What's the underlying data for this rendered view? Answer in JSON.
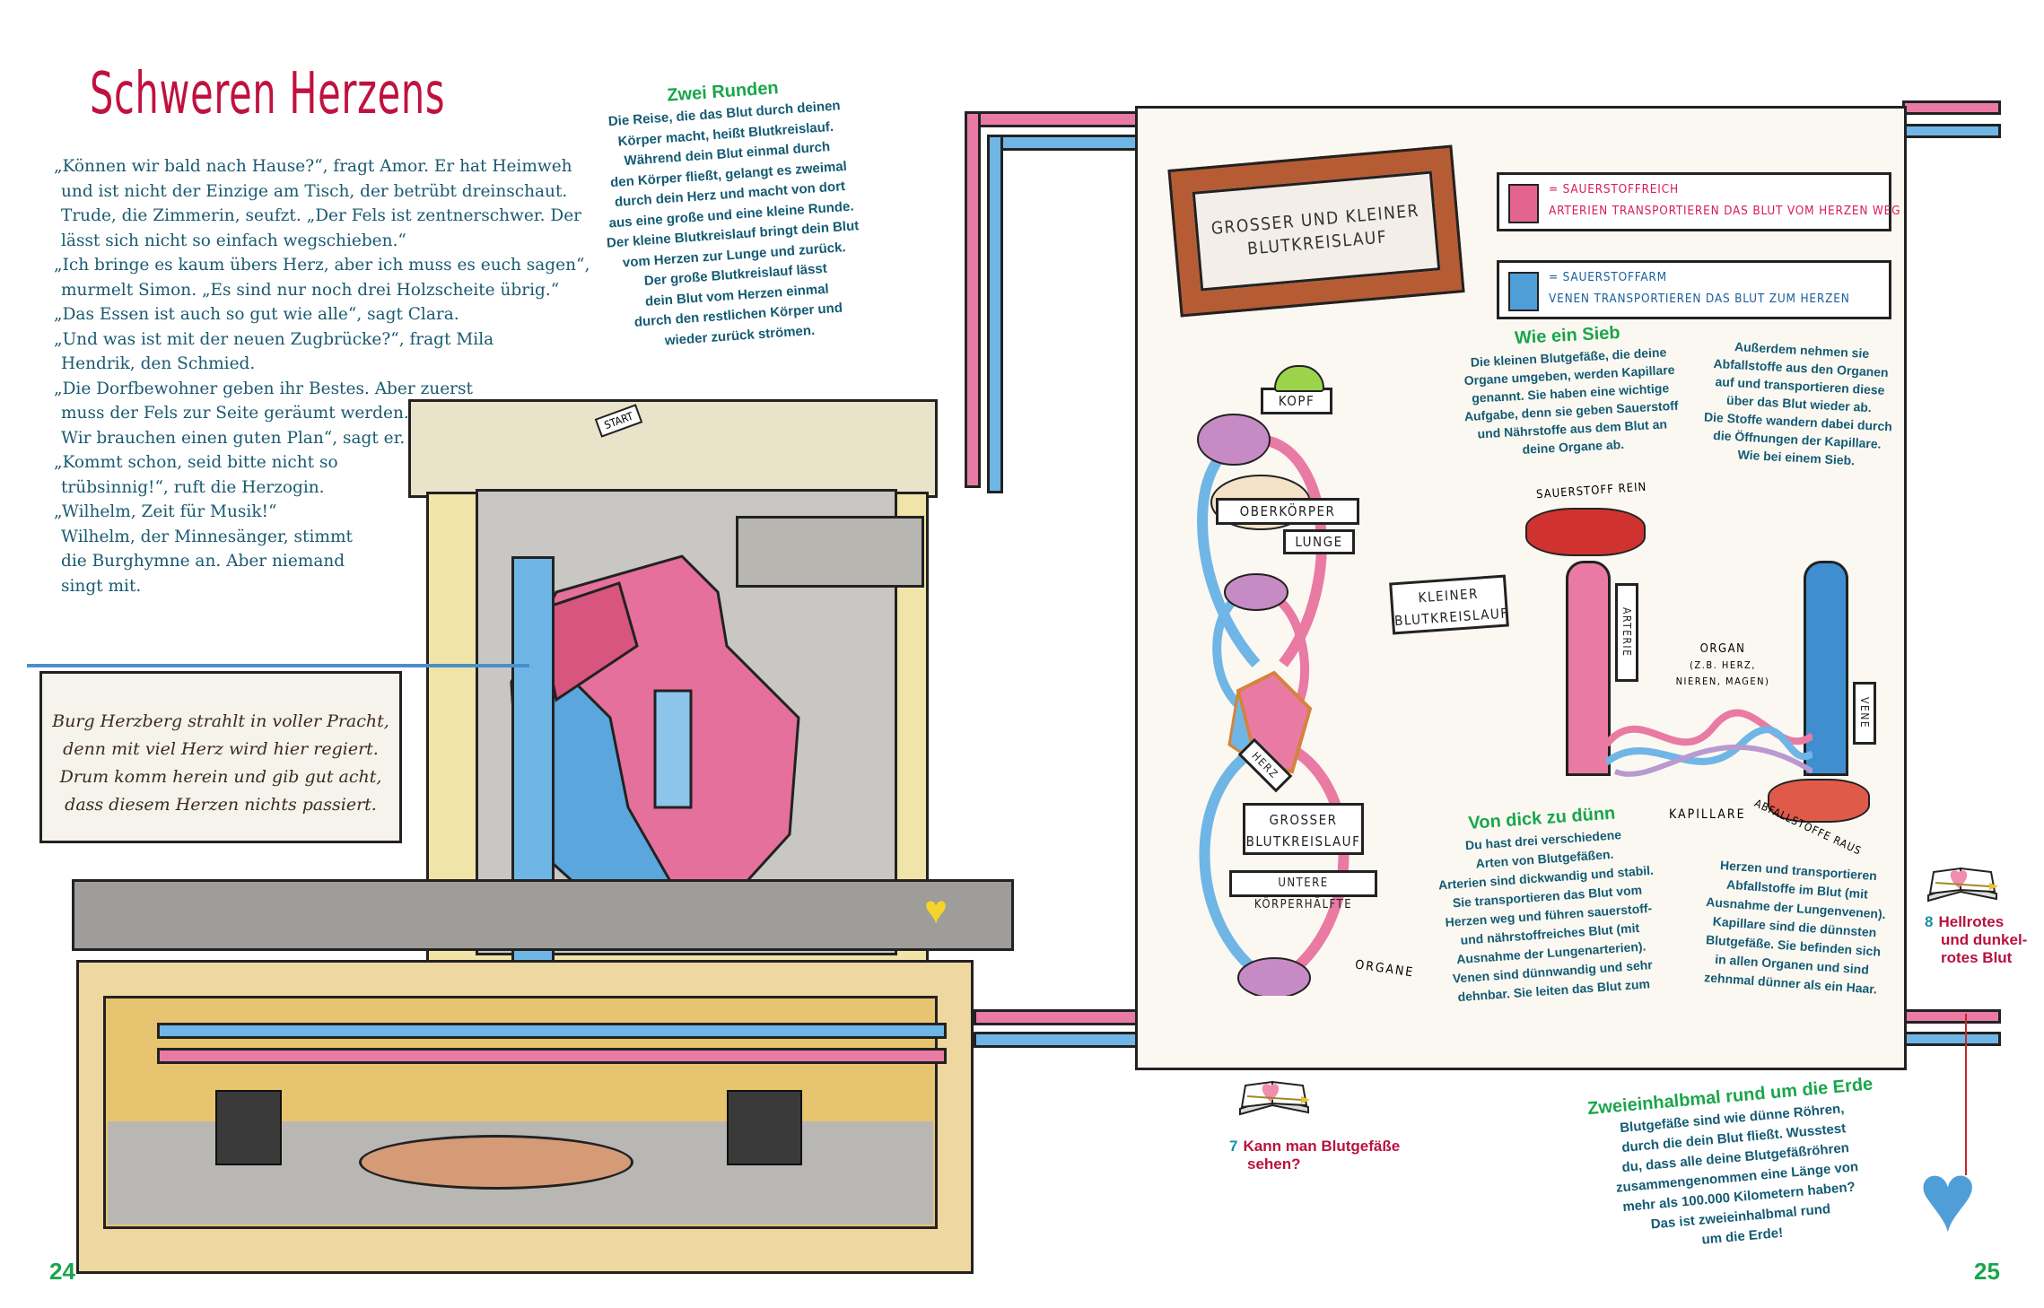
{
  "left_page": {
    "title": "Schweren Herzens",
    "story_lines": [
      "„Können wir bald nach Hause?“, fragt Amor. Er hat Heimweh",
      "und ist nicht der Einzige am Tisch, der betrübt dreinschaut.",
      "Trude, die Zimmerin, seufzt. „Der Fels ist zentnerschwer. Der",
      "lässt sich nicht so einfach wegschieben.“",
      "„Ich bringe es kaum übers Herz, aber ich muss es euch sagen“,",
      "murmelt Simon. „Es sind nur noch drei Holzscheite übrig.“",
      "„Das Essen ist auch so gut wie alle“, sagt Clara.",
      "„Und was ist mit der neuen Zugbrücke?“, fragt Mila",
      "Hendrik, den Schmied.",
      "„Die Dorfbewohner geben ihr Bestes. Aber zuerst",
      "muss der Fels zur Seite geräumt werden.",
      "Wir brauchen einen guten Plan“, sagt er.",
      "„Kommt schon, seid bitte nicht so",
      "trübsinnig!“, ruft die Herzogin.",
      "„Wilhelm, Zeit für Musik!“",
      "Wilhelm, der Minnesänger, stimmt",
      "die Burghymne an. Aber niemand",
      "singt mit."
    ],
    "banner_lines": [
      "Burg Herzberg strahlt in voller Pracht,",
      "denn mit viel Herz wird hier regiert.",
      "Drum komm herein und gib gut acht,",
      "dass diesem Herzen nichts passiert."
    ],
    "start_sign": "START",
    "page_number": "24"
  },
  "zwei_runden": {
    "heading": "Zwei Runden",
    "lines": [
      "Die Reise, die das Blut durch deinen",
      "Körper macht, heißt Blutkreislauf.",
      "Während dein Blut einmal durch",
      "den Körper fließt, gelangt es zweimal",
      "durch dein Herz und macht von dort",
      "aus eine große und eine kleine Runde.",
      "Der kleine Blutkreislauf bringt dein Blut",
      "vom Herzen zur Lunge und zurück.",
      "Der große Blutkreislauf lässt",
      "dein Blut vom Herzen einmal",
      "durch den restlichen Körper und",
      "wieder zurück strömen."
    ]
  },
  "right_page": {
    "sign_title": "GROSSER UND KLEINER BLUTKREISLAUF",
    "legend": [
      {
        "label": "= SAUERSTOFFREICH",
        "desc": "ARTERIEN TRANSPORTIEREN DAS BLUT VOM HERZEN WEG",
        "color": "#e2648f",
        "text_color": "#d81b5c"
      },
      {
        "label": "= SAUERSTOFFARM",
        "desc": "VENEN TRANSPORTIEREN DAS BLUT ZUM HERZEN",
        "color": "#4f9ed8",
        "text_color": "#1a5f9a"
      }
    ],
    "diagram_labels": {
      "kopf": "KOPF",
      "oberkoerper": "OBERKÖRPER",
      "lunge": "LUNGE",
      "kleiner": "KLEINER BLUTKREISLAUF",
      "herz": "HERZ",
      "grosser": "GROSSER BLUTKREISLAUF",
      "untere": "UNTERE KÖRPERHÄLFTE",
      "organe": "ORGANE",
      "sauerstoff_rein": "SAUERSTOFF REIN",
      "arterie": "ARTERIE",
      "organ": "ORGAN",
      "organ_examples": "(Z.B. HERZ, NIEREN, MAGEN)",
      "vene": "VENE",
      "kapillare": "KAPILLARE",
      "abfallstoffe": "ABFALLSTOFFE RAUS"
    },
    "wie_ein_sieb": {
      "heading": "Wie ein Sieb",
      "col1": [
        "Die kleinen Blutgefäße, die deine",
        "Organe umgeben, werden Kapillare",
        "genannt. Sie haben eine wichtige",
        "Aufgabe, denn sie geben Sauerstoff",
        "und Nährstoffe aus dem Blut an",
        "deine Organe ab."
      ],
      "col2": [
        "Außerdem nehmen sie",
        "Abfallstoffe aus den Organen",
        "auf und transportieren diese",
        "über das Blut wieder ab.",
        "Die Stoffe wandern dabei durch",
        "die Öffnungen der Kapillare.",
        "Wie bei einem Sieb."
      ]
    },
    "von_dick": {
      "heading": "Von dick zu dünn",
      "col1": [
        "Du hast drei verschiedene",
        "Arten von Blutgefäßen.",
        "Arterien sind dickwandig und stabil.",
        "Sie transportieren das Blut vom",
        "Herzen weg und führen sauerstoff-",
        "und nährstoffreiches Blut (mit",
        "Ausnahme der Lungenarterien).",
        "Venen sind dünnwandig und sehr",
        "dehnbar. Sie leiten das Blut zum"
      ],
      "col2": [
        "Herzen und transportieren",
        "Abfallstoffe im Blut (mit",
        "Ausnahme der Lungenvenen).",
        "Kapillare sind die dünnsten",
        "Blutgefäße. Sie befinden sich",
        "in allen Organen und sind",
        "zehnmal dünner als ein Haar."
      ]
    },
    "erde": {
      "heading": "Zweieinhalbmal rund um die Erde",
      "lines": [
        "Blutgefäße sind wie dünne Röhren,",
        "durch die dein Blut fließt. Wusstest",
        "du, dass alle deine Blutgefäßröhren",
        "zusammengenommen eine Länge von",
        "mehr als 100.000 Kilometern haben?",
        "Das ist zweieinhalbmal rund",
        "um die Erde!"
      ]
    },
    "refs": [
      {
        "num": "7",
        "text1": "Kann man Blutgefäße",
        "text2": "sehen?"
      },
      {
        "num": "8",
        "text1": "Hellrotes",
        "text2": "und dunkel-",
        "text3": "rotes Blut"
      }
    ],
    "page_number": "25"
  }
}
